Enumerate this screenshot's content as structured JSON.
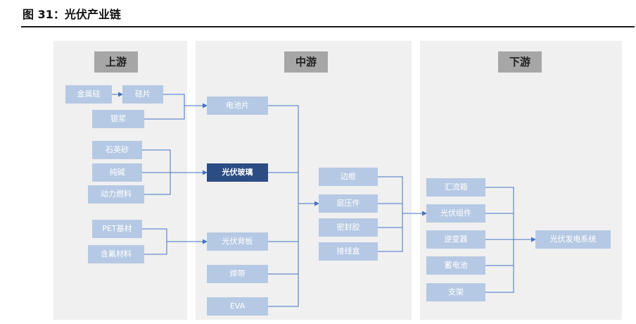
{
  "figure_title": "图 31：光伏产业链",
  "stages": {
    "upstream": "上游",
    "midstream": "中游",
    "downstream": "下游"
  },
  "nodes": {
    "metal_silicon": "金属硅",
    "silicon_wafer": "硅片",
    "silver_paste": "银浆",
    "quartz_sand": "石英砂",
    "soda_ash": "纯碱",
    "power_fuel": "动力燃料",
    "pet_substrate": "PET基材",
    "fluorine_material": "含氟材料",
    "cell": "电池片",
    "pv_glass": "光伏玻璃",
    "pv_backsheet": "光伏背板",
    "ribbon": "焊带",
    "eva": "EVA",
    "frame": "边框",
    "laminate": "层压件",
    "sealant": "密封胶",
    "junction_box": "接线盒",
    "combiner_box": "汇流箱",
    "pv_module": "光伏组件",
    "inverter": "逆变器",
    "battery": "蓄电池",
    "bracket": "支架",
    "pv_system": "光伏发电系统"
  }
}
